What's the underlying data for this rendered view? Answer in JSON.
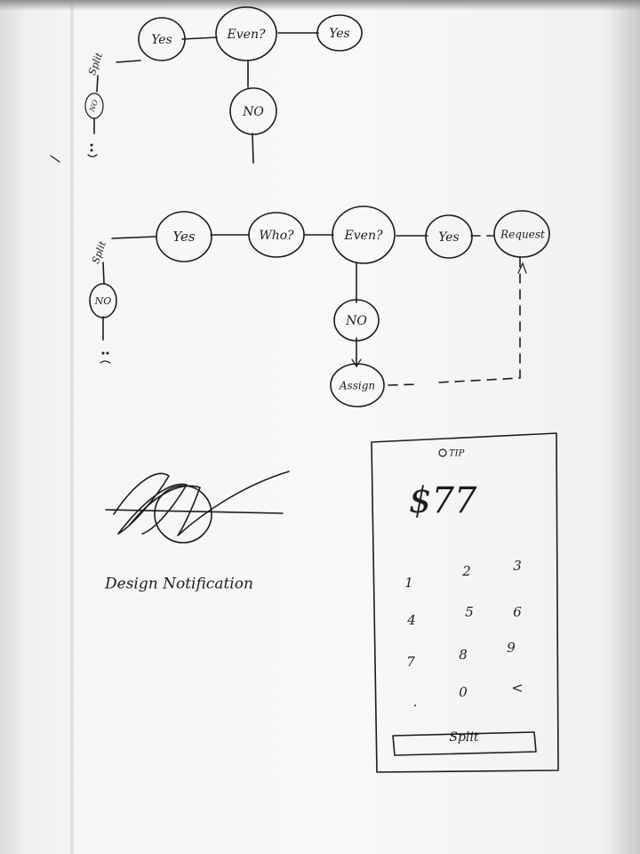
{
  "flow1": {
    "split": "Split",
    "yes_left": "Yes",
    "even": "Even?",
    "yes_right": "Yes",
    "no_down": "NO",
    "no_left": "NO"
  },
  "flow2": {
    "split": "Split",
    "yes_left": "Yes",
    "who": "Who?",
    "even": "Even?",
    "yes_right": "Yes",
    "request": "Request",
    "no_down": "NO",
    "assign": "Assign",
    "no_left": "NO"
  },
  "notification": {
    "label": "Design Notification"
  },
  "phone": {
    "tip_label": "TIP",
    "amount": "$77",
    "keys": [
      "1",
      "2",
      "3",
      "4",
      "5",
      "6",
      "7",
      "8",
      "9",
      ".",
      "0",
      "<"
    ],
    "split_button": "Split"
  }
}
